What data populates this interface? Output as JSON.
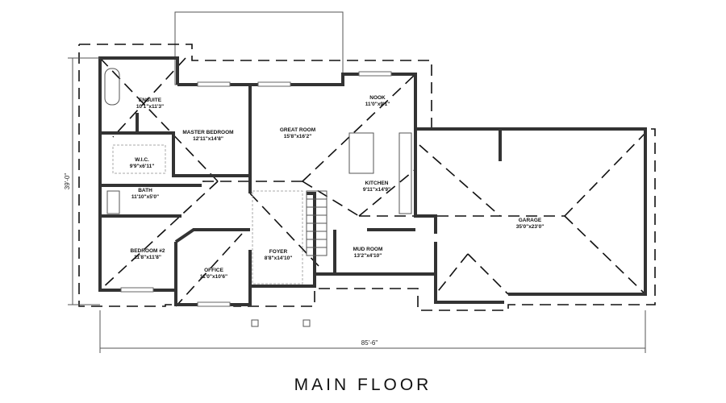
{
  "title": "MAIN FLOOR",
  "dimensions": {
    "width": "85'-6\"",
    "depth": "39'-0\""
  },
  "rooms": [
    {
      "name": "ENSUITE",
      "size": "10'1\"x11'3\""
    },
    {
      "name": "MASTER BEDROOM",
      "size": "12'11\"x14'8\""
    },
    {
      "name": "W.I.C.",
      "size": "9'9\"x6'11\""
    },
    {
      "name": "BATH",
      "size": "11'10\"x5'0\""
    },
    {
      "name": "BEDROOM #2",
      "size": "11'8\"x11'8\""
    },
    {
      "name": "OFFICE",
      "size": "11'0\"x10'6\""
    },
    {
      "name": "FOYER",
      "size": "8'8\"x14'10\""
    },
    {
      "name": "GREAT ROOM",
      "size": "15'8\"x16'2\""
    },
    {
      "name": "NOOK",
      "size": "11'0\"x9'1\""
    },
    {
      "name": "KITCHEN",
      "size": "9'11\"x14'9\""
    },
    {
      "name": "MUD ROOM",
      "size": "13'2\"x4'10\""
    },
    {
      "name": "GARAGE",
      "size": "35'0\"x23'0\""
    }
  ]
}
